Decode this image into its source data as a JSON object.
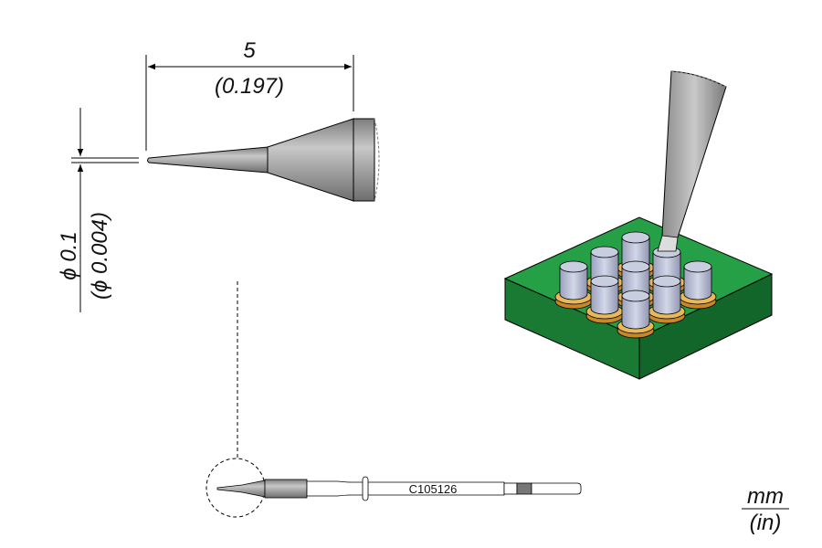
{
  "dimensions": {
    "length_mm": "5",
    "length_in": "(0.197)",
    "diameter_mm": "ϕ 0.1",
    "diameter_in": "(ϕ 0.004)"
  },
  "tool": {
    "part_number": "C105126"
  },
  "units": {
    "primary": "mm",
    "secondary": "(in)"
  },
  "colors": {
    "tip_gray": "#9a9a9a",
    "pcb_green": "#1f8a3a",
    "pad_gold": "#d9a441",
    "pin_blue": "#b9bfd6"
  }
}
